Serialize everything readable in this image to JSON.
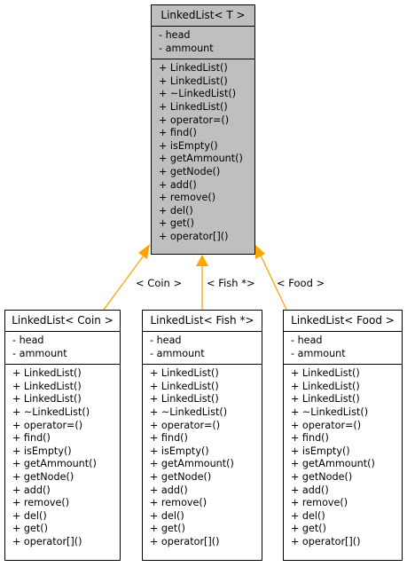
{
  "base": {
    "title": "LinkedList< T >",
    "attributes": [
      "- head",
      "- ammount"
    ],
    "methods": [
      "+ LinkedList()",
      "+ LinkedList()",
      "+ ~LinkedList()",
      "+ LinkedList()",
      "+ operator=()",
      "+ find()",
      "+ isEmpty()",
      "+ getAmmount()",
      "+ getNode()",
      "+ add()",
      "+ remove()",
      "+ del()",
      "+ get()",
      "+ operator[]()"
    ]
  },
  "derived": [
    {
      "title": "LinkedList< Coin >",
      "edge_label": "< Coin >",
      "attributes": [
        "- head",
        "- ammount"
      ],
      "methods": [
        "+ LinkedList()",
        "+ LinkedList()",
        "+ LinkedList()",
        "+ ~LinkedList()",
        "+ operator=()",
        "+ find()",
        "+ isEmpty()",
        "+ getAmmount()",
        "+ getNode()",
        "+ add()",
        "+ remove()",
        "+ del()",
        "+ get()",
        "+ operator[]()"
      ]
    },
    {
      "title": "LinkedList< Fish *>",
      "edge_label": "< Fish *>",
      "attributes": [
        "- head",
        "- ammount"
      ],
      "methods": [
        "+ LinkedList()",
        "+ LinkedList()",
        "+ LinkedList()",
        "+ ~LinkedList()",
        "+ operator=()",
        "+ find()",
        "+ isEmpty()",
        "+ getAmmount()",
        "+ getNode()",
        "+ add()",
        "+ remove()",
        "+ del()",
        "+ get()",
        "+ operator[]()"
      ]
    },
    {
      "title": "LinkedList< Food >",
      "edge_label": "< Food >",
      "attributes": [
        "- head",
        "- ammount"
      ],
      "methods": [
        "+ LinkedList()",
        "+ LinkedList()",
        "+ LinkedList()",
        "+ ~LinkedList()",
        "+ operator=()",
        "+ find()",
        "+ isEmpty()",
        "+ getAmmount()",
        "+ getNode()",
        "+ add()",
        "+ remove()",
        "+ del()",
        "+ get()",
        "+ operator[]()"
      ]
    }
  ],
  "colors": {
    "arrow": "#ffa500",
    "base_fill": "#bfbfbf",
    "border": "#000000"
  }
}
